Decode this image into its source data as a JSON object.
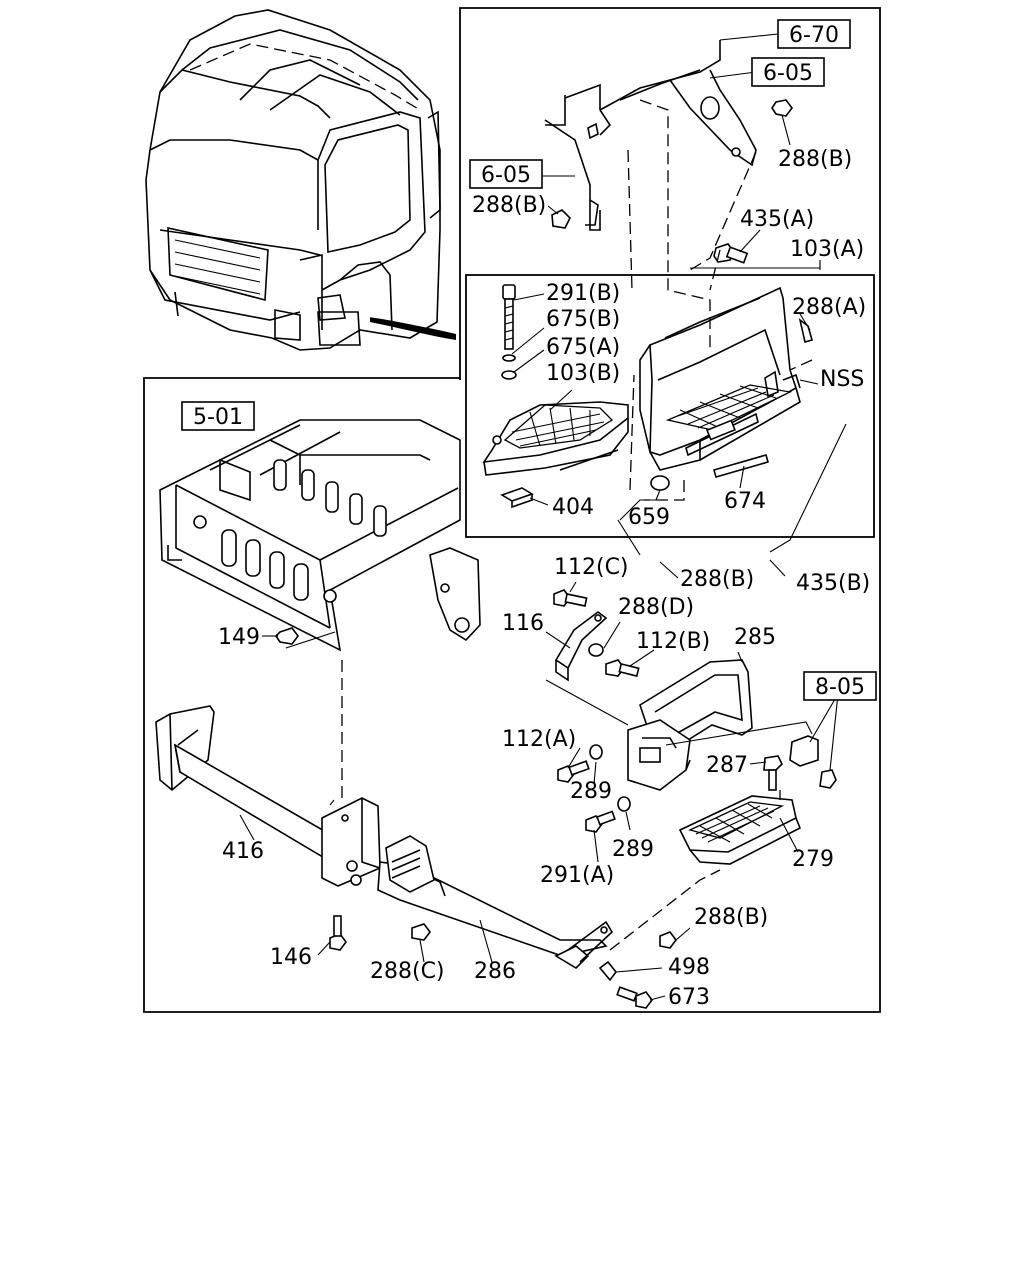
{
  "diagram": {
    "callouts_boxed": [
      "6-70",
      "6-05",
      "6-05",
      "5-01",
      "8-05"
    ],
    "labels": {
      "p288B_top": "288(B)",
      "p288B_left": "288(B)",
      "p435A": "435(A)",
      "p103A": "103(A)",
      "p291B": "291(B)",
      "p675B": "675(B)",
      "p675A": "675(A)",
      "p103B": "103(B)",
      "p288A": "288(A)",
      "nss": "NSS",
      "p404": "404",
      "p659": "659",
      "p674": "674",
      "p112C": "112(C)",
      "p288B_mid": "288(B)",
      "p435B": "435(B)",
      "p288D": "288(D)",
      "p116": "116",
      "p112B": "112(B)",
      "p285": "285",
      "p149": "149",
      "p112A": "112(A)",
      "p287": "287",
      "p289a": "289",
      "p289b": "289",
      "p291A": "291(A)",
      "p279": "279",
      "p416": "416",
      "p288B_low": "288(B)",
      "p498": "498",
      "p146": "146",
      "p288C": "288(C)",
      "p286": "286",
      "p673": "673"
    }
  }
}
